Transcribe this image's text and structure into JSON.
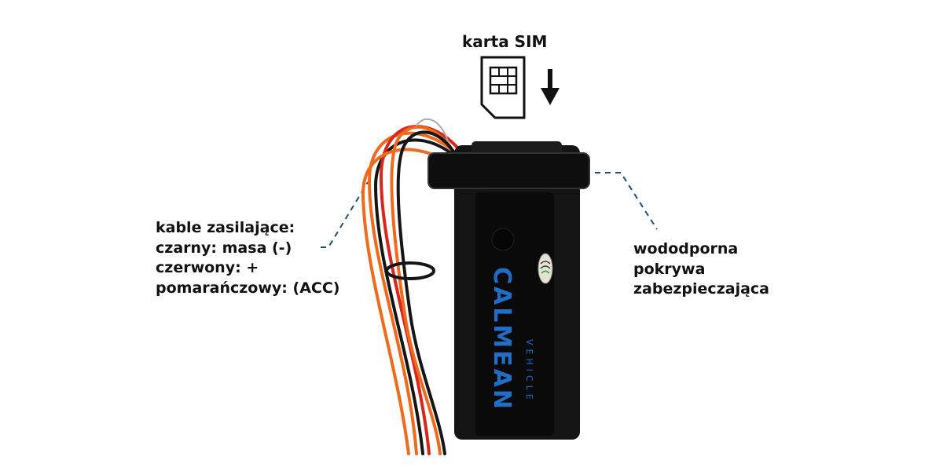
{
  "sim": {
    "label": "karta SIM"
  },
  "left": {
    "lines": [
      "kable zasilające:",
      "czarny: masa (-)",
      "czerwony: +",
      "pomarańczowy: (ACC)"
    ]
  },
  "right": {
    "lines": [
      "wododporna",
      "pokrywa",
      "zabezpieczająca"
    ]
  },
  "device": {
    "brand": "CALMEAN",
    "sub": "VEHICLE"
  },
  "colors": {
    "text": "#111111",
    "leader": "#1d4e73",
    "brand": "#1f6fc9",
    "orange": "#f06a1e",
    "red": "#d8261c",
    "black": "#151515"
  }
}
